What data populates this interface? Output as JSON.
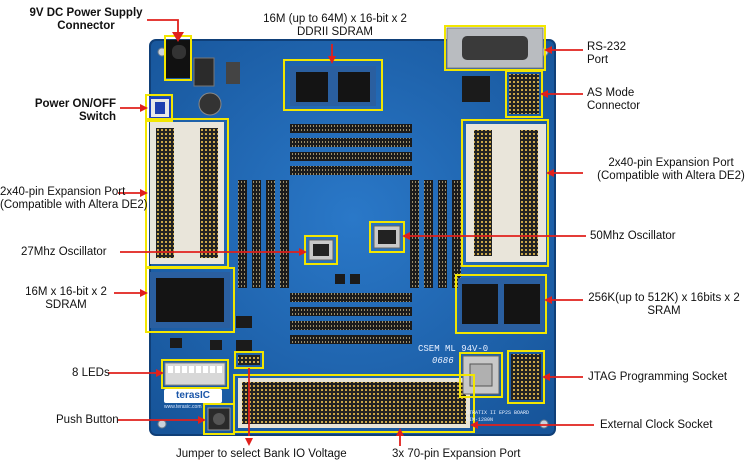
{
  "labels": {
    "power_connector": [
      "9V DC Power Supply",
      "Connector"
    ],
    "power_switch": [
      "Power ON/OFF",
      "Switch"
    ],
    "ddr2_sdram": [
      "16M (up to 64M)  x 16-bit x 2",
      "DDRII SDRAM"
    ],
    "rs232": [
      "RS-232",
      "Port"
    ],
    "as_mode": [
      "AS Mode",
      "Connector"
    ],
    "expansion_left": [
      "2x40-pin Expansion Port",
      "(Compatible with Altera DE2)"
    ],
    "expansion_right": [
      "2x40-pin Expansion Port",
      "(Compatible with Altera DE2)"
    ],
    "osc_27": "27Mhz Oscillator",
    "osc_50": "50Mhz Oscillator",
    "sdram": [
      "16M x 16-bit x 2",
      "SDRAM"
    ],
    "sram": [
      "256K(up to 512K) x 16bits x 2",
      "SRAM"
    ],
    "leds": "8 LEDs",
    "jtag": "JTAG Programming Socket",
    "push_button": "Push Button",
    "ext_clock": "External Clock Socket",
    "jumper": "Jumper to select Bank IO Voltage",
    "expansion_70": "3x 70-pin Expansion Port"
  },
  "board_text": {
    "brand": "terasIC",
    "brand_url": "www.terasic.com",
    "cert": "CSEM ML 94V-0",
    "lot": "0686",
    "model_lines": [
      "STRATIX II EP2S BOARD",
      "DIM-1280N"
    ]
  },
  "colors": {
    "pcb": "#1f68b6",
    "highlight_box": "#f2e600",
    "pointer": "#e0201c"
  }
}
